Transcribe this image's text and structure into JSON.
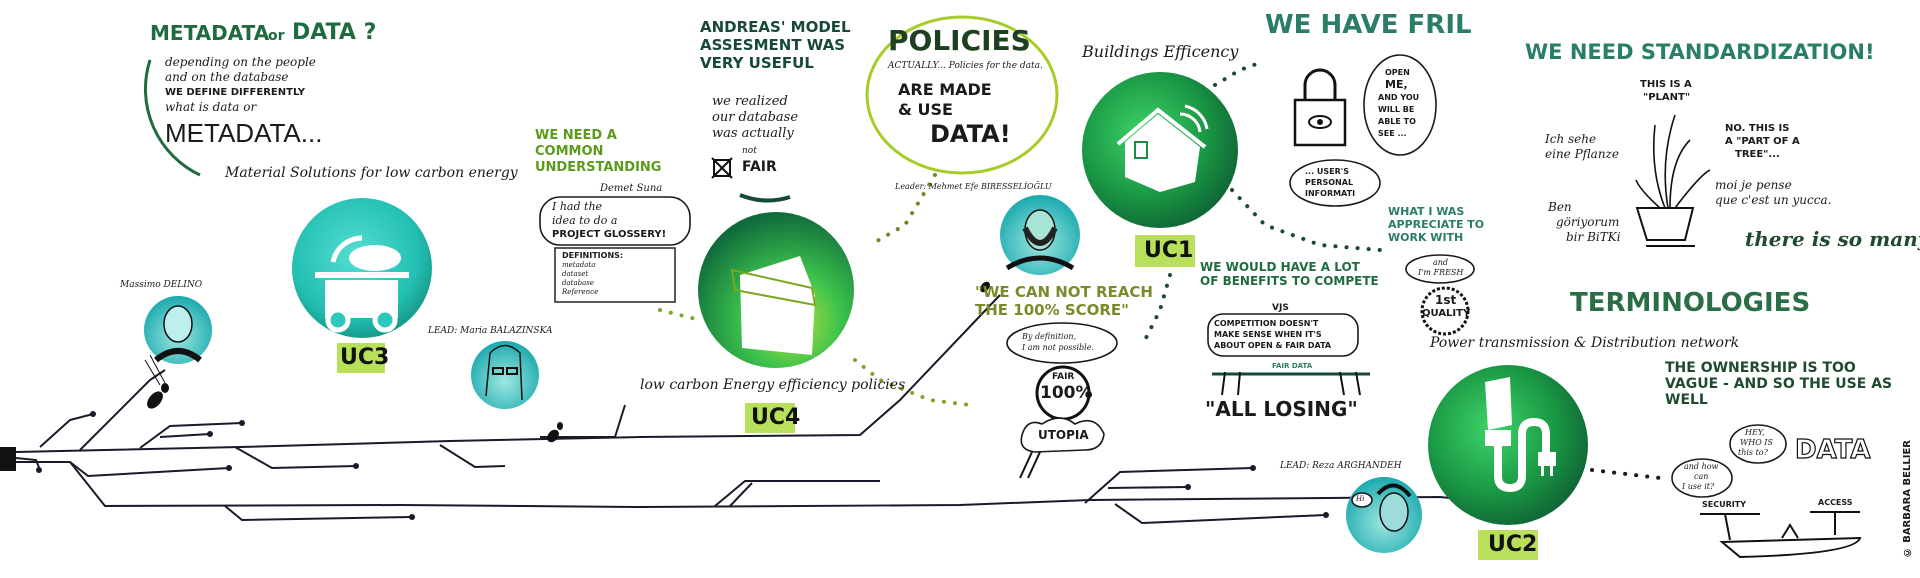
{
  "colors": {
    "teal": "#2cc7bd",
    "green": "#1a8f3c",
    "lime": "#b8e05a",
    "ink": "#1a1a1a"
  },
  "metadata": {
    "arc_left": "METADATA",
    "arc_or": "or",
    "arc_right": "DATA ?",
    "lines": [
      "depending on the people",
      "and on the database",
      "WE DEFINE DIFFERENTLY",
      "what is data or"
    ],
    "big": "METADATA..."
  },
  "uc3": {
    "arc": "Material Solutions for low carbon energy",
    "label": "UC3",
    "icon": "dump-truck-icon"
  },
  "massimo": {
    "name": "Massimo DELINO"
  },
  "glossary": {
    "arc": "WE NEED A COMMON UNDERSTANDING",
    "author": "Demet Suna",
    "lines": [
      "I had the",
      "idea to do a",
      "PROJECT GLOSSERY!"
    ],
    "notebook_title": "DEFINITIONS:",
    "notebook_items": [
      "metadata",
      "dataset",
      "database",
      "Reference"
    ]
  },
  "maria": {
    "name": "LEAD: Maria BALAZINSKA"
  },
  "uc4": {
    "arc": "low carbon Energy efficiency policies",
    "label": "UC4",
    "icon": "lunchbox-icon"
  },
  "andreas": {
    "arc": "ANDREAS' MODEL ASSESMENT WAS VERY USEFUL",
    "lines": [
      "we realized",
      "our database",
      "was actually"
    ],
    "not": "not",
    "fair": "FAIR"
  },
  "policies": {
    "title": "POLICIES",
    "sub": "ACTUALLY... Policies for the data.",
    "l1": "ARE MADE",
    "l2": "& USE",
    "l3": "DATA!"
  },
  "mehmet": {
    "name": "Leader: Mehmet Efe BIRESSELİOĞLU"
  },
  "uc1": {
    "arc": "Buildings Efficency",
    "label": "UC1",
    "icon": "smart-house-icon"
  },
  "privacy": {
    "arc": "WE HAVE FRIL",
    "bubble": [
      "OPEN",
      "ME,",
      "AND YOU",
      "WILL BE",
      "ABLE TO",
      "SEE ..."
    ],
    "reply": [
      "... USER'S",
      "PERSONAL",
      "INFORMATI"
    ]
  },
  "utopia": {
    "arc": "\"WE CAN NOT REACH THE 100% SCORE\"",
    "bubble": [
      "By definition,",
      "I am not possible."
    ],
    "fair": "FAIR",
    "score": "100%",
    "cloud": "UTOPIA"
  },
  "benefits": {
    "arc": "WE WOULD HAVE A LOT OF BENEFITS TO COMPETE",
    "vs": "VJS",
    "bubble": [
      "COMPETITION DOESN'T",
      "MAKE SENSE WHEN IT'S",
      "ABOUT OPEN & FAIR DATA"
    ],
    "rope": "FAIR DATA",
    "losing": "\"ALL LOSING\""
  },
  "appreciate": {
    "arc": "WHAT I WAS APPRECIATE TO WORK WITH",
    "bubble": [
      "and",
      "I'm FRESH"
    ],
    "badge": [
      "1st",
      "QUALITY"
    ]
  },
  "reza": {
    "name": "LEAD: Reza ARGHANDEH",
    "greeting": "Hi"
  },
  "uc2": {
    "arc": "Power transmission & Distribution network",
    "label": "UC2",
    "icon": "bulb-plug-icon"
  },
  "standard": {
    "arc_top": "WE NEED STANDARDIZATION!",
    "arc_right": "there is so many",
    "arc_bottom": "TERMINOLOGIES",
    "plant": [
      "THIS IS A",
      "\"PLANT\""
    ],
    "tree": [
      "NO. THIS IS",
      "A \"PART OF A",
      "TREE\"..."
    ],
    "german": [
      "Ich sehe",
      "eine Pflanze"
    ],
    "french": [
      "moi je pense",
      "que c'est un yucca."
    ],
    "turkish": [
      "Ben",
      "göriyorum",
      "bir BiTKi"
    ]
  },
  "ownership": {
    "arc": "THE OWNERSHIP IS TOO VAGUE - AND SO THE USE AS WELL",
    "who": [
      "HEY,",
      "WHO IS",
      "this to?"
    ],
    "how": [
      "and how",
      "can",
      "I use it?"
    ],
    "data": "DATA",
    "security": "SECURITY",
    "access": "ACCESS"
  },
  "credit": "© BARBARA BELLIER"
}
